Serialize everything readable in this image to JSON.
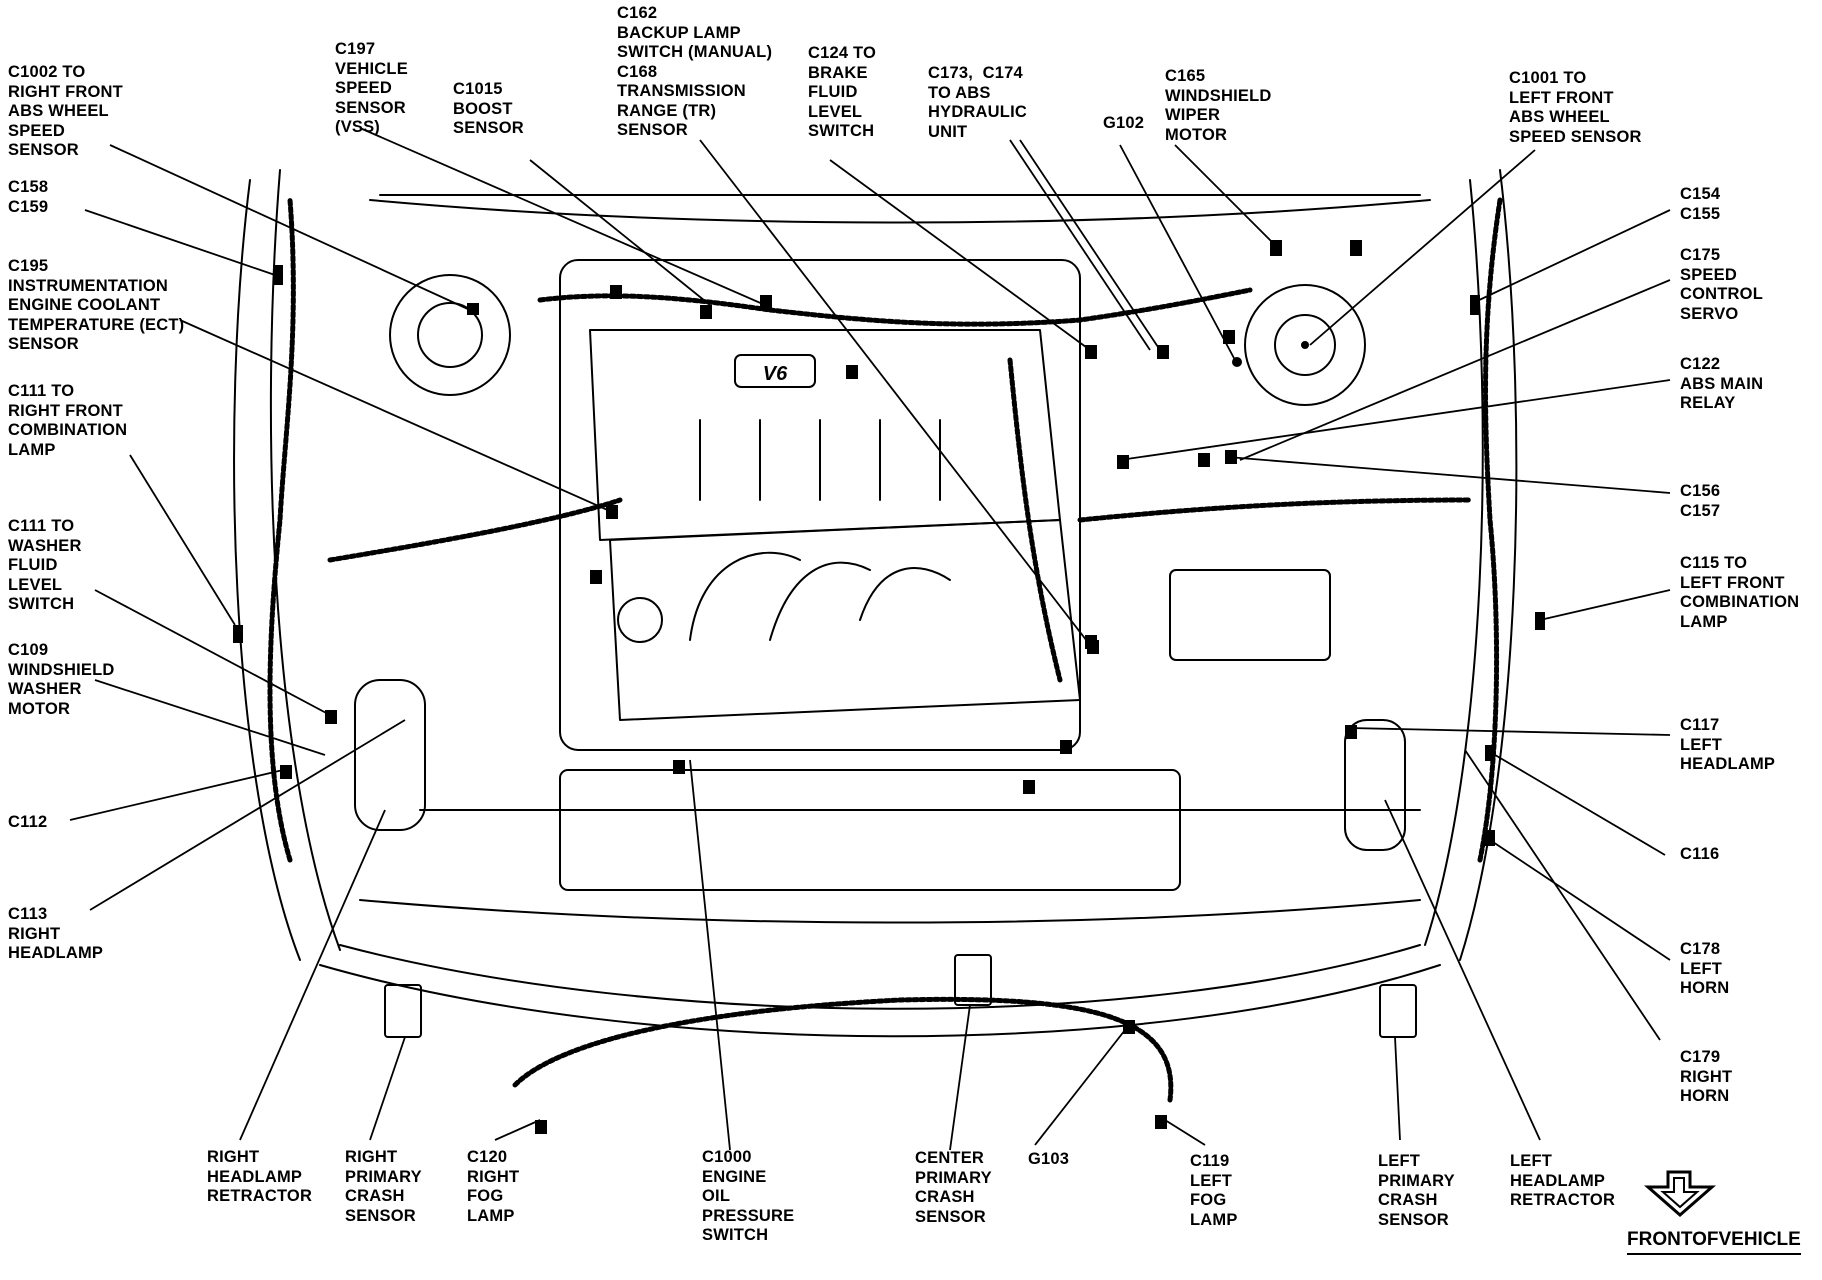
{
  "labels": [
    {
      "id": "c1002",
      "text": "C1002 TO\nRIGHT FRONT\nABS WHEEL\nSPEED\nSENSOR"
    },
    {
      "id": "c197",
      "text": "C197\nVEHICLE\nSPEED\nSENSOR\n(VSS)"
    },
    {
      "id": "c1015",
      "text": "C1015\nBOOST\nSENSOR"
    },
    {
      "id": "c162",
      "text": "C162\nBACKUP LAMP\nSWITCH (MANUAL)\nC168\nTRANSMISSION\nRANGE (TR)\nSENSOR"
    },
    {
      "id": "c124",
      "text": "C124 TO\nBRAKE\nFLUID\nLEVEL\nSWITCH"
    },
    {
      "id": "c173",
      "text": "C173,  C174\nTO ABS\nHYDRAULIC\nUNIT"
    },
    {
      "id": "g102",
      "text": "G102"
    },
    {
      "id": "c165",
      "text": "C165\nWINDSHIELD\nWIPER\nMOTOR"
    },
    {
      "id": "c1001",
      "text": "C1001 TO\nLEFT FRONT\nABS WHEEL\nSPEED SENSOR"
    },
    {
      "id": "c158",
      "text": "C158\nC159"
    },
    {
      "id": "c195",
      "text": "C195\nINSTRUMENTATION\nENGINE COOLANT\nTEMPERATURE (ECT)\nSENSOR"
    },
    {
      "id": "c111a",
      "text": "C111 TO\nRIGHT FRONT\nCOMBINATION\nLAMP"
    },
    {
      "id": "c111b",
      "text": "C111 TO\nWASHER\nFLUID\nLEVEL\nSWITCH"
    },
    {
      "id": "c109",
      "text": "C109\nWINDSHIELD\nWASHER\nMOTOR"
    },
    {
      "id": "c112",
      "text": "C112"
    },
    {
      "id": "c113",
      "text": "C113\nRIGHT\nHEADLAMP"
    },
    {
      "id": "c154",
      "text": "C154\nC155"
    },
    {
      "id": "c175",
      "text": "C175\nSPEED\nCONTROL\nSERVO"
    },
    {
      "id": "c122",
      "text": "C122\nABS MAIN\nRELAY"
    },
    {
      "id": "c156",
      "text": "C156\nC157"
    },
    {
      "id": "c115",
      "text": "C115 TO\nLEFT FRONT\nCOMBINATION\nLAMP"
    },
    {
      "id": "c117",
      "text": "C117\nLEFT\nHEADLAMP"
    },
    {
      "id": "c116",
      "text": "C116"
    },
    {
      "id": "c178",
      "text": "C178\nLEFT\nHORN"
    },
    {
      "id": "c179",
      "text": "C179\nRIGHT\nHORN"
    },
    {
      "id": "rhr",
      "text": "RIGHT\nHEADLAMP\nRETRACTOR"
    },
    {
      "id": "rpcs",
      "text": "RIGHT\nPRIMARY\nCRASH\nSENSOR"
    },
    {
      "id": "c120",
      "text": "C120\nRIGHT\nFOG\nLAMP"
    },
    {
      "id": "c1000",
      "text": "C1000\nENGINE\nOIL\nPRESSURE\nSWITCH"
    },
    {
      "id": "cpcs",
      "text": "CENTER\nPRIMARY\nCRASH\nSENSOR"
    },
    {
      "id": "g103",
      "text": "G103"
    },
    {
      "id": "c119",
      "text": "C119\nLEFT\nFOG\nLAMP"
    },
    {
      "id": "lpcs",
      "text": "LEFT\nPRIMARY\nCRASH\nSENSOR"
    },
    {
      "id": "lhr",
      "text": "LEFT\nHEADLAMP\nRETRACTOR"
    }
  ],
  "engine_badge": "V6",
  "front_of_vehicle": "FRONTOFVEHICLE"
}
